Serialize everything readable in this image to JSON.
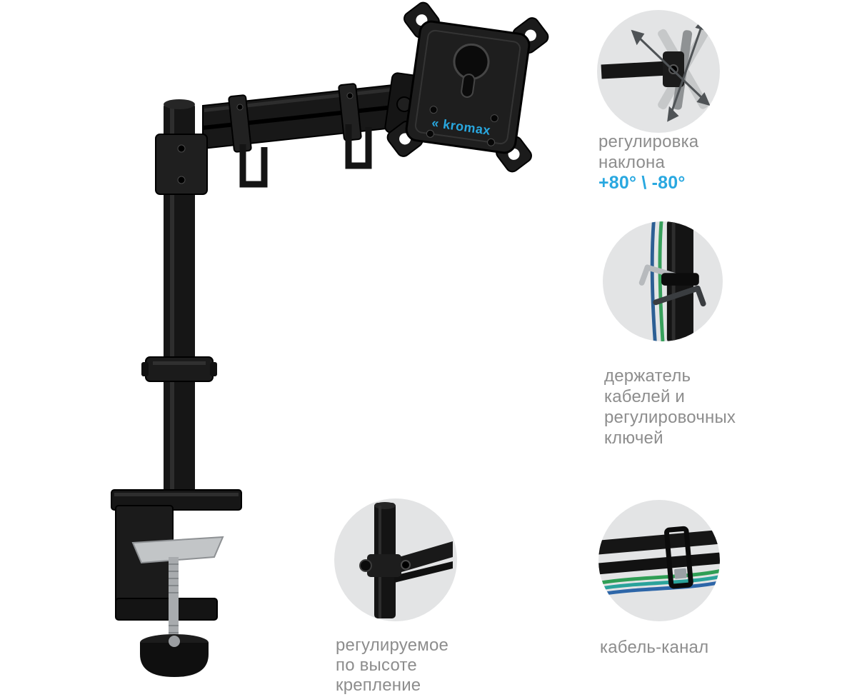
{
  "page": {
    "background": "#ffffff"
  },
  "colors": {
    "accent_blue": "#29a8e0",
    "text_gray": "#8d8d8d",
    "circle_bg": "#e3e4e5",
    "product_black": "#181818"
  },
  "product": {
    "logo_mark": "«",
    "brand": "kromax"
  },
  "callouts": [
    {
      "id": "tilt",
      "lines": [
        "регулировка",
        "наклона"
      ],
      "highlight": "+80° \\ -80°"
    },
    {
      "id": "cable-holder",
      "lines": [
        "держатель",
        "кабелей и",
        "регулировочных",
        "ключей"
      ]
    },
    {
      "id": "height-adjust",
      "lines": [
        "регулируемое",
        "по высоте",
        "крепление"
      ]
    },
    {
      "id": "cable-channel",
      "lines": [
        "кабель-канал"
      ]
    }
  ]
}
